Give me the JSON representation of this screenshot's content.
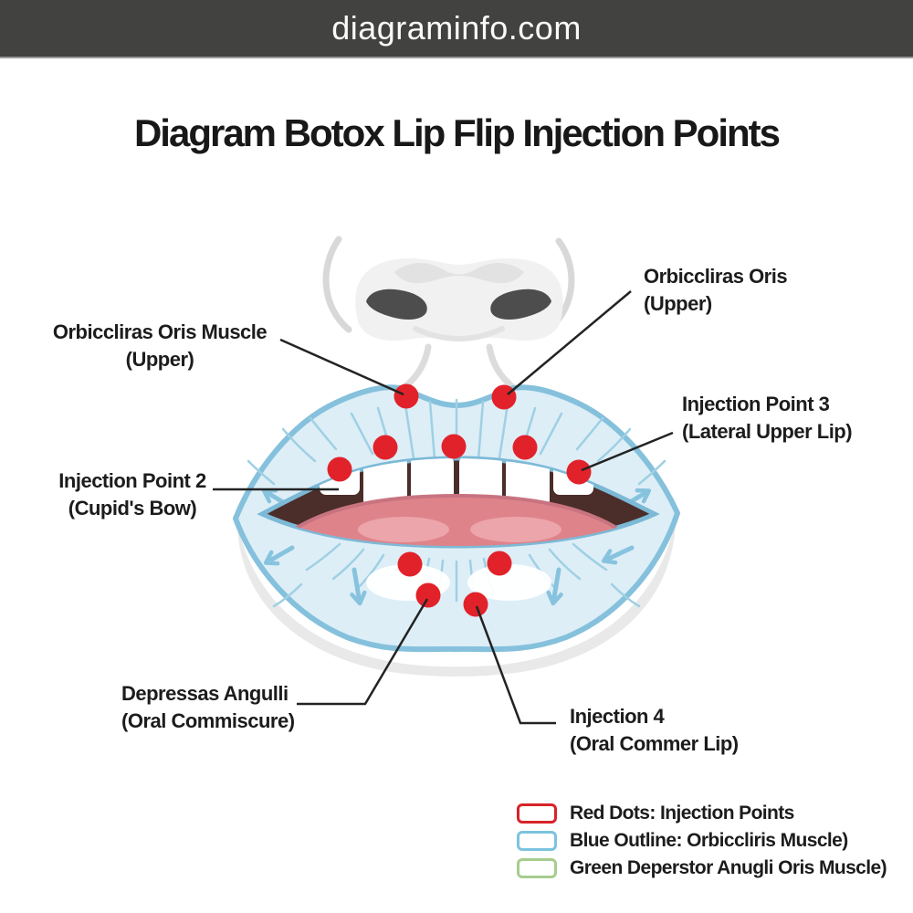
{
  "header": {
    "site": "diagraminfo.com"
  },
  "title": "Diagram Botox Lip Flip Injection Points",
  "labels": [
    {
      "id": "orbiccliras-oris-muscle-upper",
      "line1": "Orbiccliras Oris Muscle",
      "line2": "(Upper)"
    },
    {
      "id": "orbiccliras-oris-upper",
      "line1": "Orbiccliras Oris",
      "line2": "(Upper)"
    },
    {
      "id": "injection-point-3",
      "line1": "Injection Point 3",
      "line2": "(Lateral Upper Lip)"
    },
    {
      "id": "injection-point-2",
      "line1": "Injection Point 2",
      "line2": "(Cupid's Bow)"
    },
    {
      "id": "depressas-angulli",
      "line1": "Depressas Angulli",
      "line2": "(Oral Commiscure)"
    },
    {
      "id": "injection-4",
      "line1": "Injection 4",
      "line2": "(Oral Commer Lip)"
    }
  ],
  "legend": [
    {
      "swatch_color": "#d8232a",
      "label": "Red Dots: Injection Points"
    },
    {
      "swatch_color": "#7cc3e0",
      "label": "Blue Outline: Orbiccliris Muscle)"
    },
    {
      "swatch_color": "#a6cd8e",
      "label": "Green Deperstor Anugli Oris Muscle)"
    }
  ],
  "injection_points": [
    [
      445,
      434
    ],
    [
      552,
      435
    ],
    [
      422,
      490
    ],
    [
      497,
      489
    ],
    [
      575,
      490
    ],
    [
      372,
      514
    ],
    [
      634,
      517
    ],
    [
      449,
      618
    ],
    [
      547,
      617
    ],
    [
      469,
      652
    ],
    [
      521,
      662
    ]
  ],
  "colors": {
    "dot_red": "#e2222a",
    "lip_fill": "#ddeef7",
    "lip_outline_blue": "#85c1dc",
    "topbar_bg": "#424240",
    "leader_line": "#232323"
  }
}
